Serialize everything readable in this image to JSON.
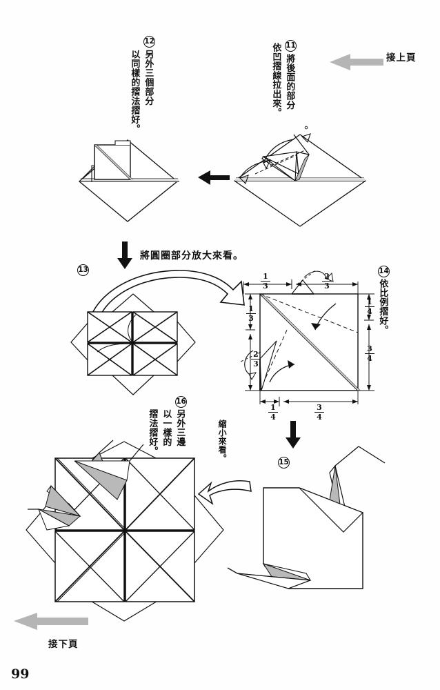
{
  "page": {
    "number": "99",
    "continue_from_prev": "接上頁",
    "continue_to_next": "接下頁"
  },
  "steps": [
    {
      "id": "11",
      "number": "⑪",
      "number_plain": "11",
      "text_lines": [
        "⑪將後面的部分",
        "依凹摺線拉出來。"
      ],
      "col_a": "將後面的部分",
      "col_b": "依凹摺線拉出來。"
    },
    {
      "id": "12",
      "number": "⑫",
      "number_plain": "12",
      "col_a": "另外三個部分",
      "col_b": "以同樣的摺法摺好。"
    },
    {
      "id": "13",
      "number": "⑬",
      "number_plain": "13"
    },
    {
      "id": "14",
      "number": "⑭",
      "number_plain": "14",
      "col_a": "依比例摺好。"
    },
    {
      "id": "15",
      "number": "⑮",
      "number_plain": "15"
    },
    {
      "id": "16",
      "number": "⑯",
      "number_plain": "16",
      "col_a": "另外三邊",
      "col_b": "以一樣的",
      "col_c": "摺法摺好。"
    }
  ],
  "annotations": {
    "zoom_in_note": "將圓圈部分放大來看。",
    "zoom_out_note": "縮小來看。"
  },
  "chart_data": {
    "type": "table",
    "title": "依比例摺好 — 比例標示 (step 14 proportion diagram)",
    "labels_top": [
      "1/3",
      "2/3"
    ],
    "labels_bottom": [
      "1/4",
      "3/4"
    ],
    "labels_left": [
      "1/3",
      "2/3"
    ],
    "labels_right": [
      "1/4",
      "3/4"
    ],
    "fractions": [
      {
        "position": "top-left",
        "num": "1",
        "den": "3"
      },
      {
        "position": "top-right",
        "num": "2",
        "den": "3"
      },
      {
        "position": "left-upper",
        "num": "1",
        "den": "3"
      },
      {
        "position": "left-lower",
        "num": "2",
        "den": "3"
      },
      {
        "position": "right-upper",
        "num": "1",
        "den": "4"
      },
      {
        "position": "right-lower",
        "num": "3",
        "den": "4"
      },
      {
        "position": "bottom-left",
        "num": "1",
        "den": "4"
      },
      {
        "position": "bottom-right",
        "num": "3",
        "den": "4"
      }
    ]
  },
  "colors": {
    "ink": "#111111",
    "paper": "#fefefe",
    "shade": "#b9b9b9",
    "gray_arrow": "#a8a8a8"
  }
}
